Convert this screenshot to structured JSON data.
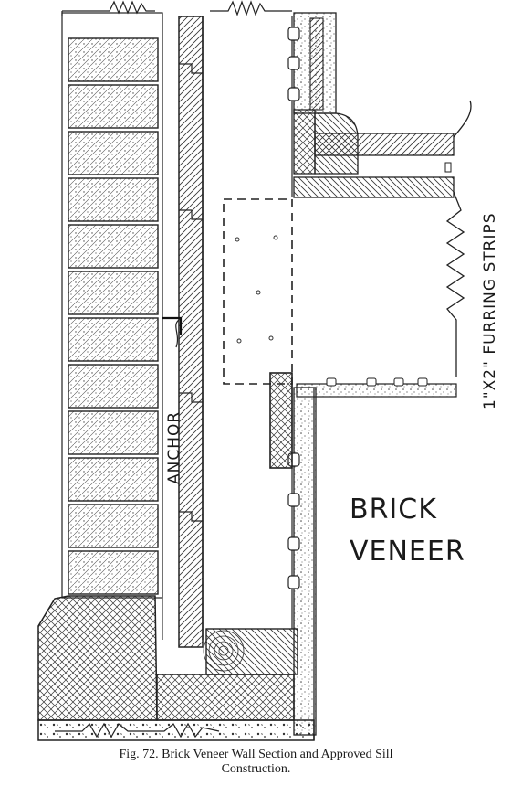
{
  "labels": {
    "anchor": "ANCHOR",
    "furring": "1\"X2\" FURRING STRIPS",
    "brick": "BRICK",
    "veneer": "VENEER"
  },
  "caption": {
    "line1": "Fig. 72.  Brick Veneer Wall Section and Approved Sill",
    "line2": "Construction."
  }
}
